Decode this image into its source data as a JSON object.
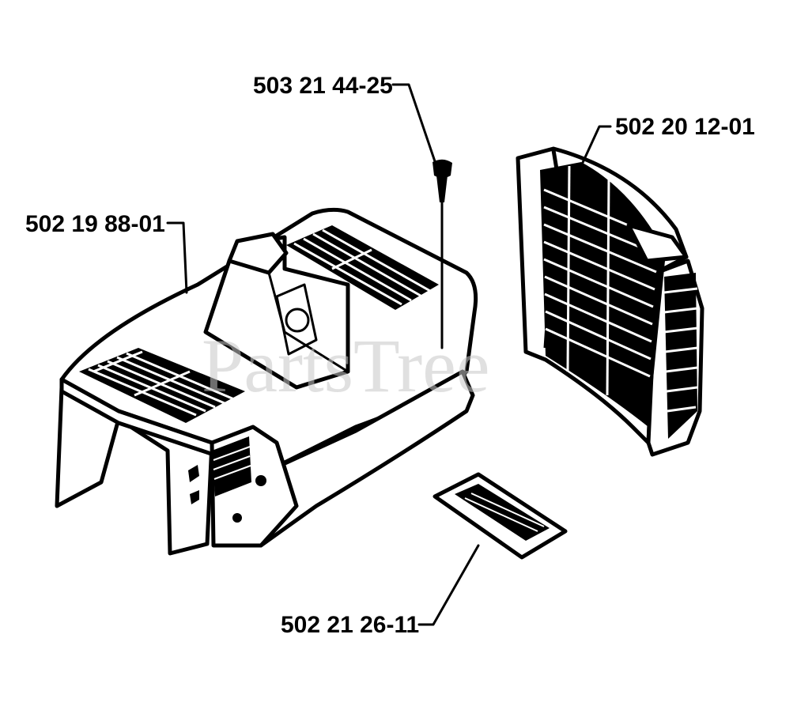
{
  "diagram": {
    "watermark": "PartsTree",
    "parts": [
      {
        "number": "503 21 44-25"
      },
      {
        "number": "502 20 12-01"
      },
      {
        "number": "502 19 88-01"
      },
      {
        "number": "502 21 26-11"
      }
    ]
  },
  "colors": {
    "ink": "#000000",
    "paper": "#ffffff",
    "watermark": "#c8c8c8"
  }
}
